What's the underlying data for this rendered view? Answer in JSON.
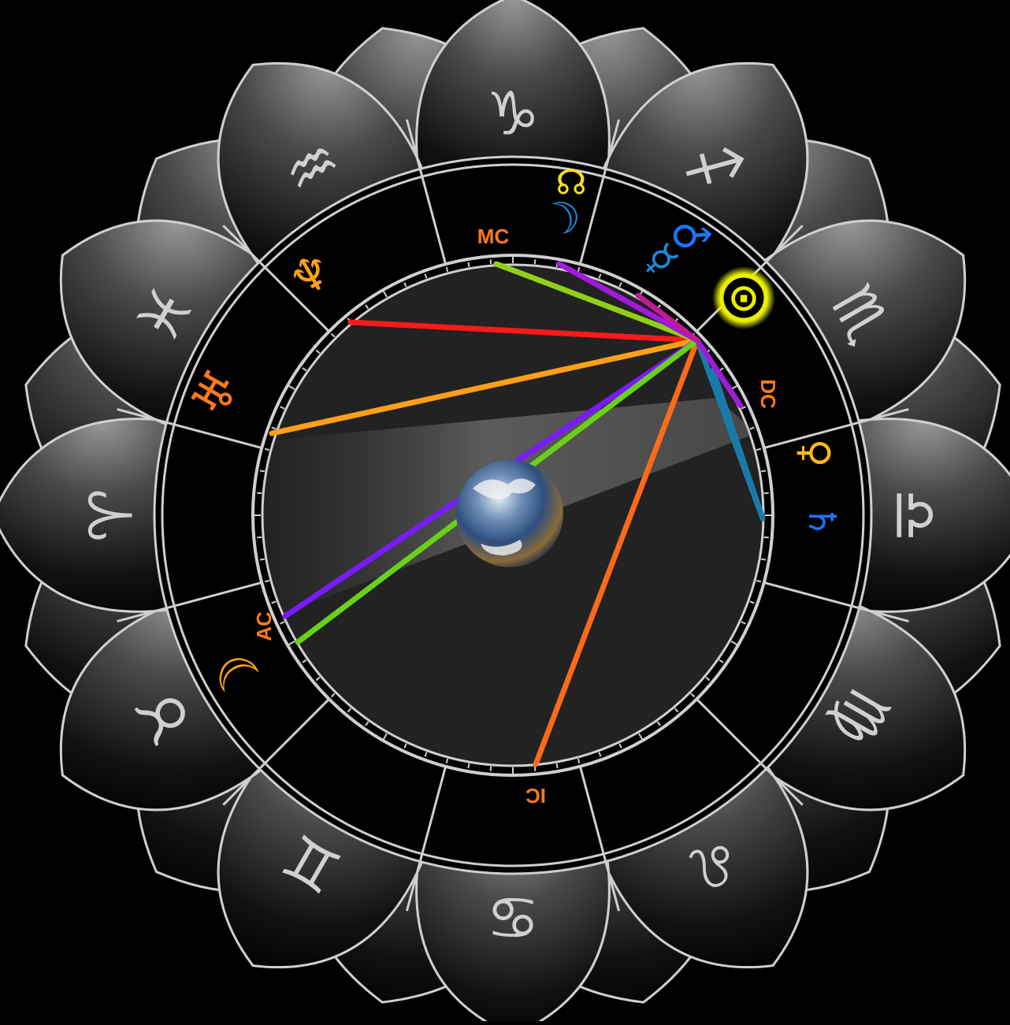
{
  "chart_data": {
    "type": "astrology-wheel",
    "signs": [
      {
        "name": "Capricorn",
        "glyph": "♑",
        "icon": "capricorn-icon"
      },
      {
        "name": "Sagittarius",
        "glyph": "♐",
        "icon": "sagittarius-icon"
      },
      {
        "name": "Scorpio",
        "glyph": "♏",
        "icon": "scorpio-icon"
      },
      {
        "name": "Libra",
        "glyph": "♎",
        "icon": "libra-icon"
      },
      {
        "name": "Virgo",
        "glyph": "♍",
        "icon": "virgo-icon"
      },
      {
        "name": "Leo",
        "glyph": "♌",
        "icon": "leo-icon"
      },
      {
        "name": "Cancer",
        "glyph": "♋",
        "icon": "cancer-icon"
      },
      {
        "name": "Gemini",
        "glyph": "♊",
        "icon": "gemini-icon"
      },
      {
        "name": "Taurus",
        "glyph": "♉",
        "icon": "taurus-icon"
      },
      {
        "name": "Aries",
        "glyph": "♈",
        "icon": "aries-icon"
      },
      {
        "name": "Pisces",
        "glyph": "♓",
        "icon": "pisces-icon"
      },
      {
        "name": "Aquarius",
        "glyph": "♒",
        "icon": "aquarius-icon"
      }
    ],
    "angles": [
      {
        "label": "MC",
        "color": "#ff7a1a"
      },
      {
        "label": "DC",
        "color": "#ff7a1a"
      },
      {
        "label": "IC",
        "color": "#ff7a1a"
      },
      {
        "label": "AC",
        "color": "#ff7a1a"
      }
    ],
    "planets": [
      {
        "glyph": "☊",
        "icon": "north-node-icon",
        "color": "#ffe11a"
      },
      {
        "glyph": "☽",
        "icon": "moon-glyph-icon",
        "color": "#1a8cd9"
      },
      {
        "glyph": "♂",
        "icon": "mars-icon",
        "color": "#1a75ff"
      },
      {
        "glyph": "☿",
        "icon": "mercury-icon",
        "color": "#1a8cd9"
      },
      {
        "glyph": "♆",
        "icon": "neptune-icon",
        "color": "#ffa01a"
      },
      {
        "glyph": "♅",
        "icon": "uranus-icon",
        "color": "#ff7a1a"
      },
      {
        "glyph": "♄",
        "icon": "saturn-icon",
        "color": "#1a75ff"
      },
      {
        "glyph": "♀",
        "icon": "venus-icon",
        "color": "#ffb81a"
      },
      {
        "glyph": "☽",
        "icon": "moon-icon",
        "color": "#ffa01a"
      },
      {
        "glyph": "⊙",
        "icon": "sun-icon",
        "color": "#e8f000"
      }
    ],
    "aspect_lines": [
      {
        "color": "#ff1a1a"
      },
      {
        "color": "#ff9f1a"
      },
      {
        "color": "#8fd11a"
      },
      {
        "color": "#7a1aff"
      },
      {
        "color": "#ff6a1a"
      },
      {
        "color": "#1a7aa8"
      },
      {
        "color": "#6ad11a"
      },
      {
        "color": "#a01ad9"
      }
    ],
    "colors": {
      "background": "#000000",
      "outline": "#cfcfcf",
      "inner_disc": "#222222"
    }
  }
}
